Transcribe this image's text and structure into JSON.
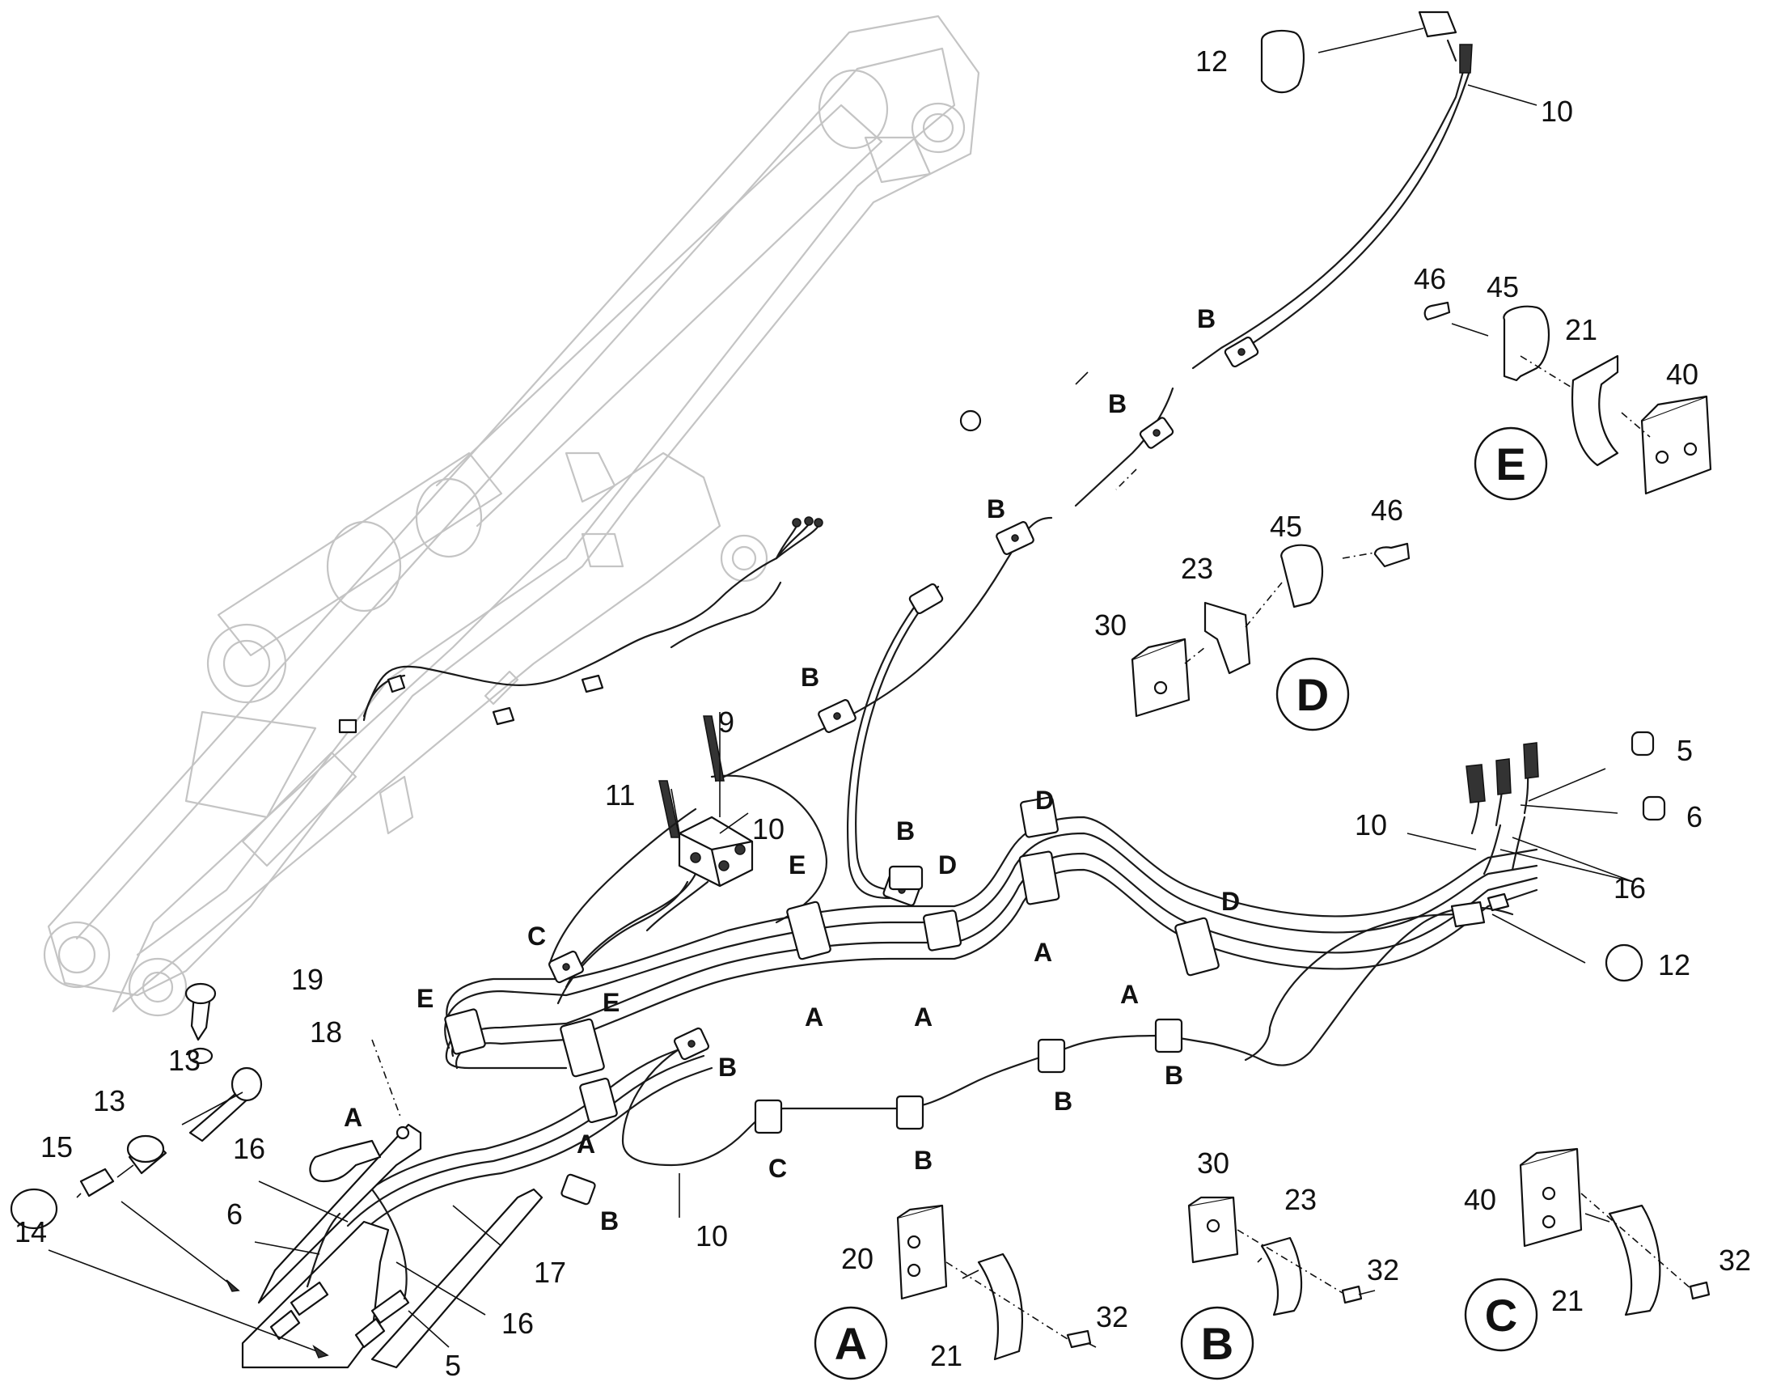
{
  "callouts": {
    "c12_top": "12",
    "c10_top": "10",
    "c46_e": "46",
    "c45_e": "45",
    "c21_e": "21",
    "c40_e": "40",
    "c23_d": "23",
    "c45_d": "45",
    "c46_d": "46",
    "c30_d": "30",
    "c9": "9",
    "c11": "11",
    "c10_mid": "10",
    "c5_right": "5",
    "c6_right": "6",
    "c10_right": "10",
    "c16_right": "16",
    "c12_right": "12",
    "c19": "19",
    "c18": "18",
    "c13_a": "13",
    "c13_b": "13",
    "c15": "15",
    "c14": "14",
    "c16_left": "16",
    "c6_left": "6",
    "c17": "17",
    "c16_bottom": "16",
    "c5_bottom": "5",
    "c10_bottom": "10",
    "c20_a": "20",
    "c21_a": "21",
    "c32_a": "32",
    "c30_b": "30",
    "c23_b": "23",
    "c32_b": "32",
    "c40_c": "40",
    "c21_c": "21",
    "c32_c": "32"
  },
  "clamp_letters": {
    "B1": "B",
    "B2": "B",
    "B3": "B",
    "B4": "B",
    "B5": "B",
    "D1": "D",
    "D2": "D",
    "D3": "D",
    "E1": "E",
    "E2": "E",
    "E3": "E",
    "C1": "C",
    "C2": "C",
    "A1": "A",
    "A2": "A",
    "A3": "A",
    "A4": "A",
    "A5": "A",
    "A6": "A",
    "B6": "B",
    "B7": "B",
    "B8": "B",
    "B9": "B",
    "B10": "B"
  },
  "details": {
    "A": "A",
    "B": "B",
    "C": "C",
    "D": "D",
    "E": "E"
  }
}
